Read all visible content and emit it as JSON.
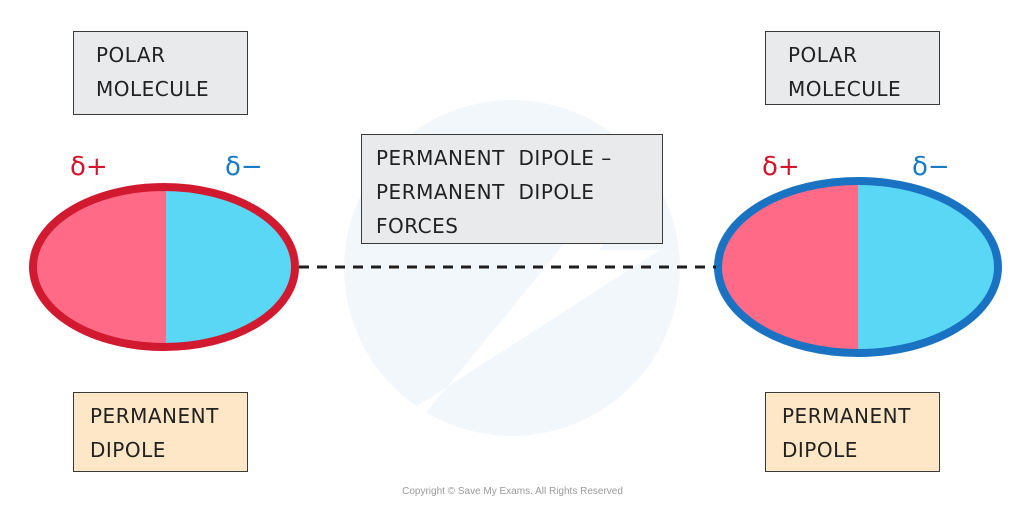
{
  "diagram": {
    "left_molecule": {
      "polar_label": [
        "POLAR",
        "MOLECULE"
      ],
      "dipole_label": [
        "PERMANENT",
        "DIPOLE"
      ],
      "charge_positive": "δ+",
      "charge_negative": "δ−",
      "outline_color": "#d11a30"
    },
    "right_molecule": {
      "polar_label": [
        "POLAR",
        "MOLECULE"
      ],
      "dipole_label": [
        "PERMANENT",
        "DIPOLE"
      ],
      "charge_positive": "δ+",
      "charge_negative": "δ−",
      "outline_color": "#1a73c2"
    },
    "force_label": [
      "PERMANENT  DIPOLE –",
      "PERMANENT  DIPOLE",
      "FORCES"
    ],
    "colors": {
      "positive_fill": "#ff6b86",
      "negative_fill": "#5ad7f5",
      "positive_text": "#d3142c",
      "negative_text": "#1a7ac4",
      "box_gray": "#e9eaeb",
      "box_peach": "#fde7c6"
    },
    "copyright": "Copyright © Save My Exams. All Rights Reserved"
  }
}
